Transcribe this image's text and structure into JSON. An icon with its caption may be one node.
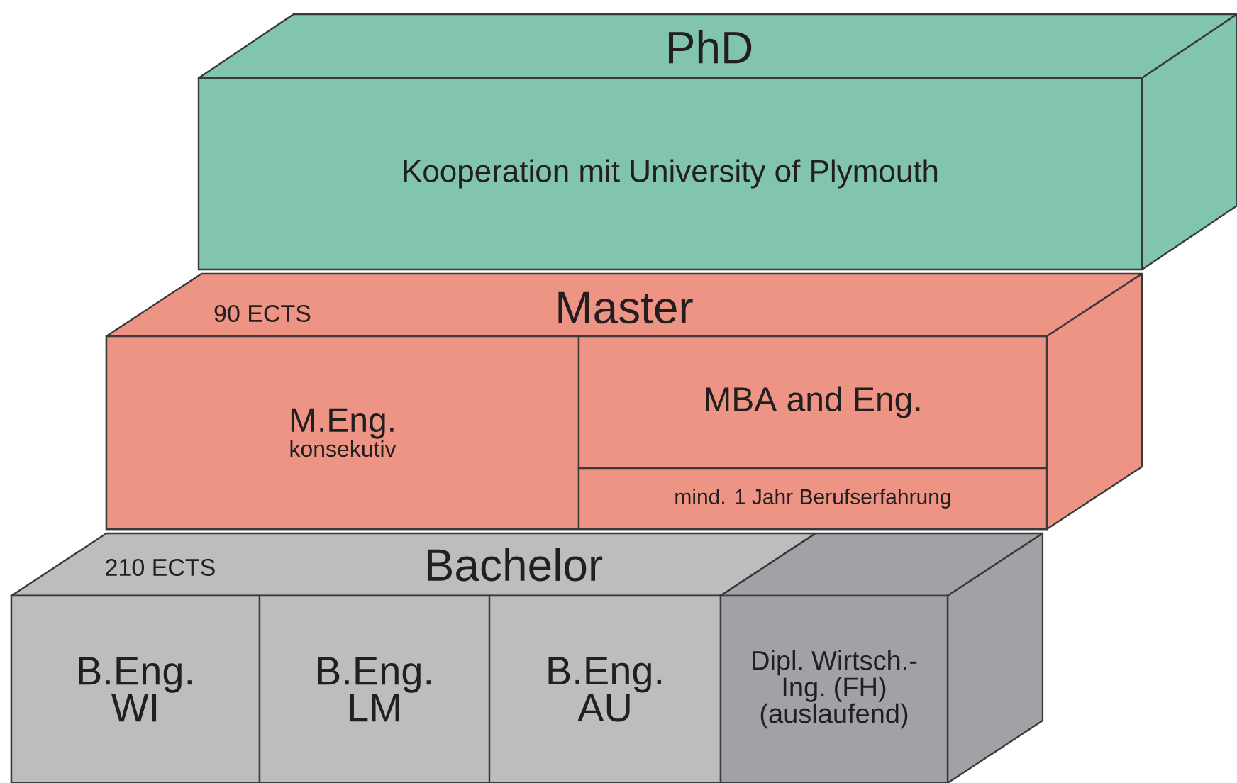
{
  "diagram": {
    "nodes": [
      {
        "text": [
          "PhD",
          "Kooperation mit University of Plymouth"
        ]
      },
      {
        "text": [
          "Master"
        ],
        "beside": [
          "90 ECTS"
        ]
      },
      {
        "text": [
          "M.Eng.",
          "konsekutiv"
        ],
        "in": 1
      },
      {
        "text": [
          "MBA and Eng."
        ],
        "in": 1
      },
      {
        "text": [
          "mind. 1 Jahr Berufserfahrung"
        ],
        "in": 1
      },
      {
        "text": [
          "Bachelor"
        ],
        "beside": [
          "210 ECTS"
        ]
      },
      {
        "text": [
          "B.Eng. WI"
        ],
        "in": 5
      },
      {
        "text": [
          "B.Eng. LM"
        ],
        "in": 5
      },
      {
        "text": [
          "B.Eng. AU"
        ],
        "in": 5
      },
      {
        "text": [
          "Dipl. Wirtsch.-Ing. (FH) (auslaufend)"
        ]
      }
    ]
  }
}
